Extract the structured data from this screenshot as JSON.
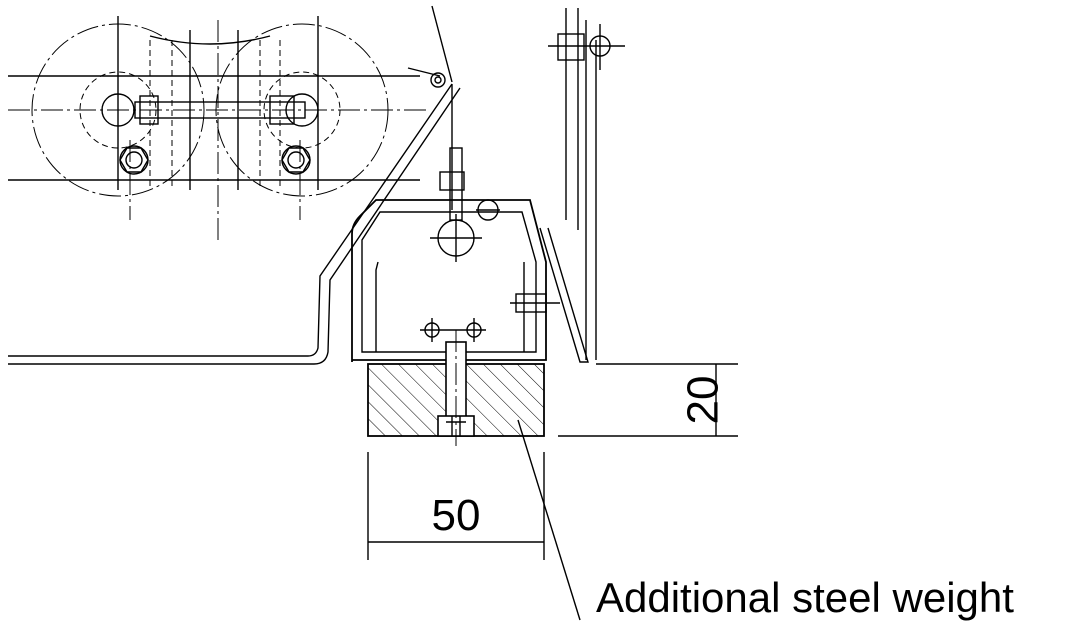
{
  "dimensions": {
    "width_value": "50",
    "height_value": "20"
  },
  "callout": {
    "label": "Additional steel weight"
  }
}
